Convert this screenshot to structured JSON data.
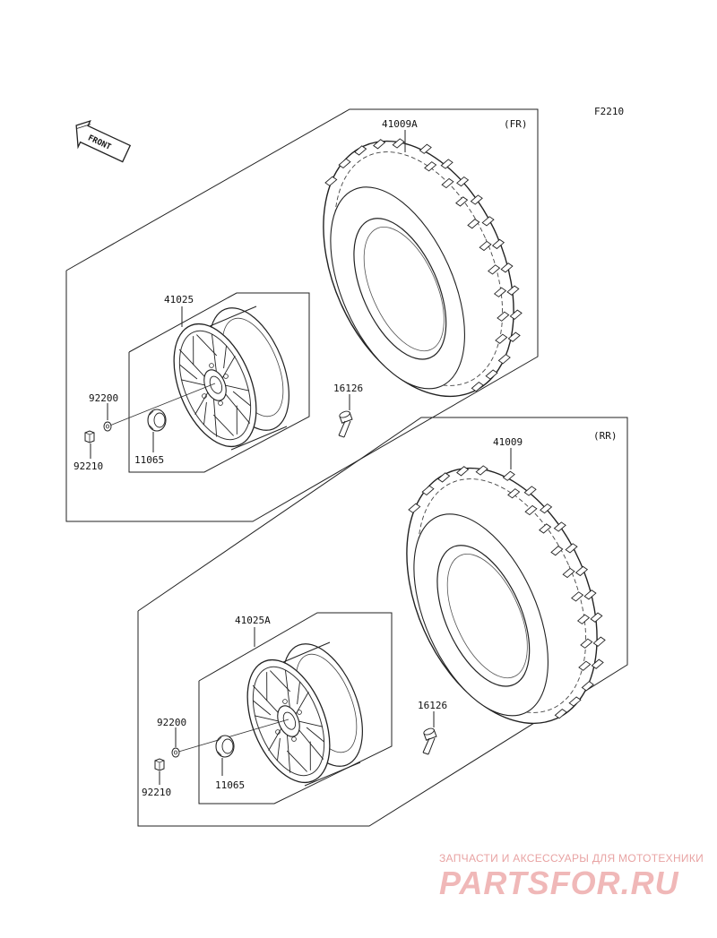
{
  "diagram_code": "F2210",
  "front_arrow_label": "FRONT",
  "front_section": {
    "position_label": "(FR)",
    "tire_part": "41009A",
    "wheel_part": "41025",
    "washer_part": "92200",
    "nut_part": "92210",
    "cap_part": "11065",
    "valve_part": "16126"
  },
  "rear_section": {
    "position_label": "(RR)",
    "tire_part": "41009",
    "wheel_part": "41025A",
    "washer_part": "92200",
    "nut_part": "92210",
    "cap_part": "11065",
    "valve_part": "16126"
  },
  "watermark": {
    "tagline": "ЗАПЧАСТИ И АКСЕССУАРЫ ДЛЯ МОТОТЕХНИКИ",
    "brand": "PARTSFOR.RU"
  }
}
